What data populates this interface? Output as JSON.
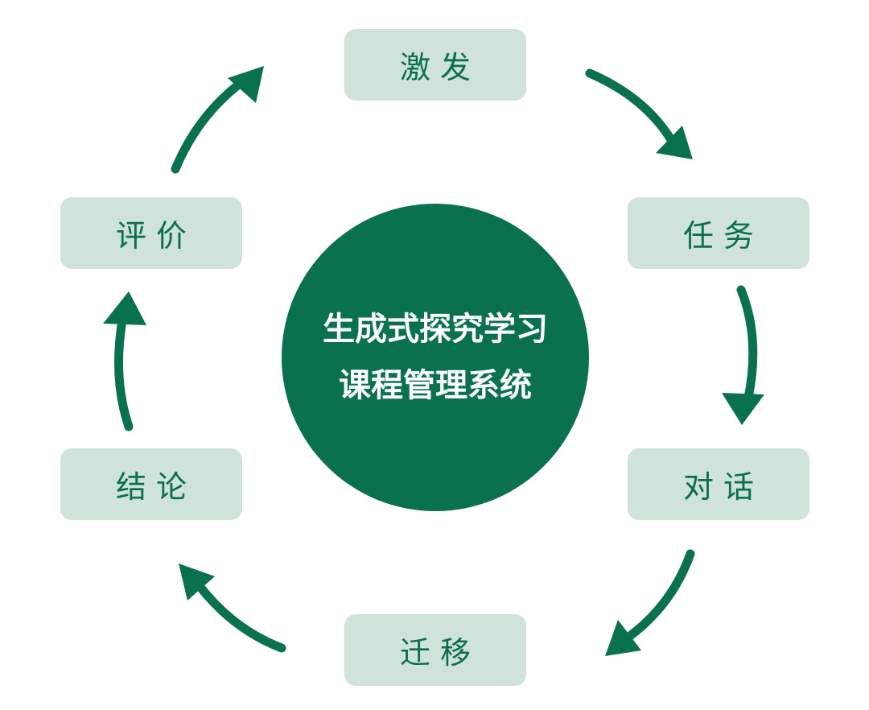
{
  "colors": {
    "primary_green": "#09714d",
    "node_fill": "#cfe3d8",
    "node_text": "#0b6e4f",
    "center_text": "#ffffff"
  },
  "center": {
    "line1": "生成式探究学习",
    "line2": "课程管理系统"
  },
  "nodes": {
    "jifa": "激发",
    "renwu": "任务",
    "duihua": "对话",
    "qianyi": "迁移",
    "jielun": "结论",
    "pingjia": "评价"
  }
}
